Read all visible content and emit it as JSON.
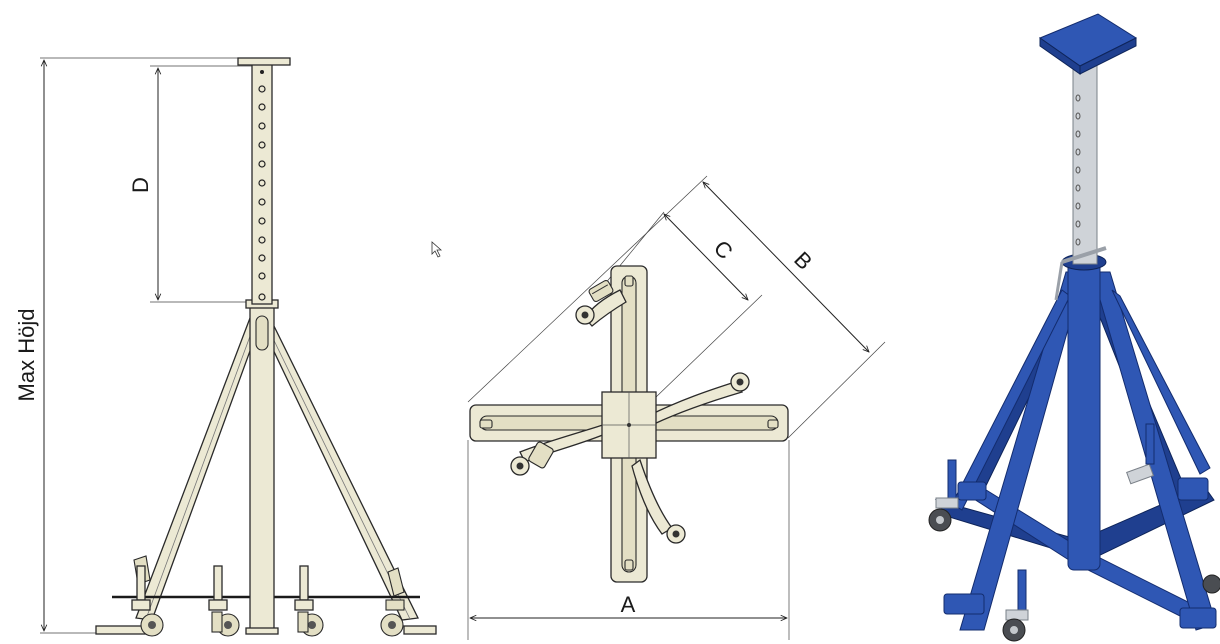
{
  "labels": {
    "max_height": "Max Höjd",
    "d": "D",
    "a": "A",
    "b": "B",
    "c": "C"
  },
  "colors": {
    "cream": "#ece9d4",
    "blue": "#2f57b4",
    "steel": "#cfd3d8"
  }
}
